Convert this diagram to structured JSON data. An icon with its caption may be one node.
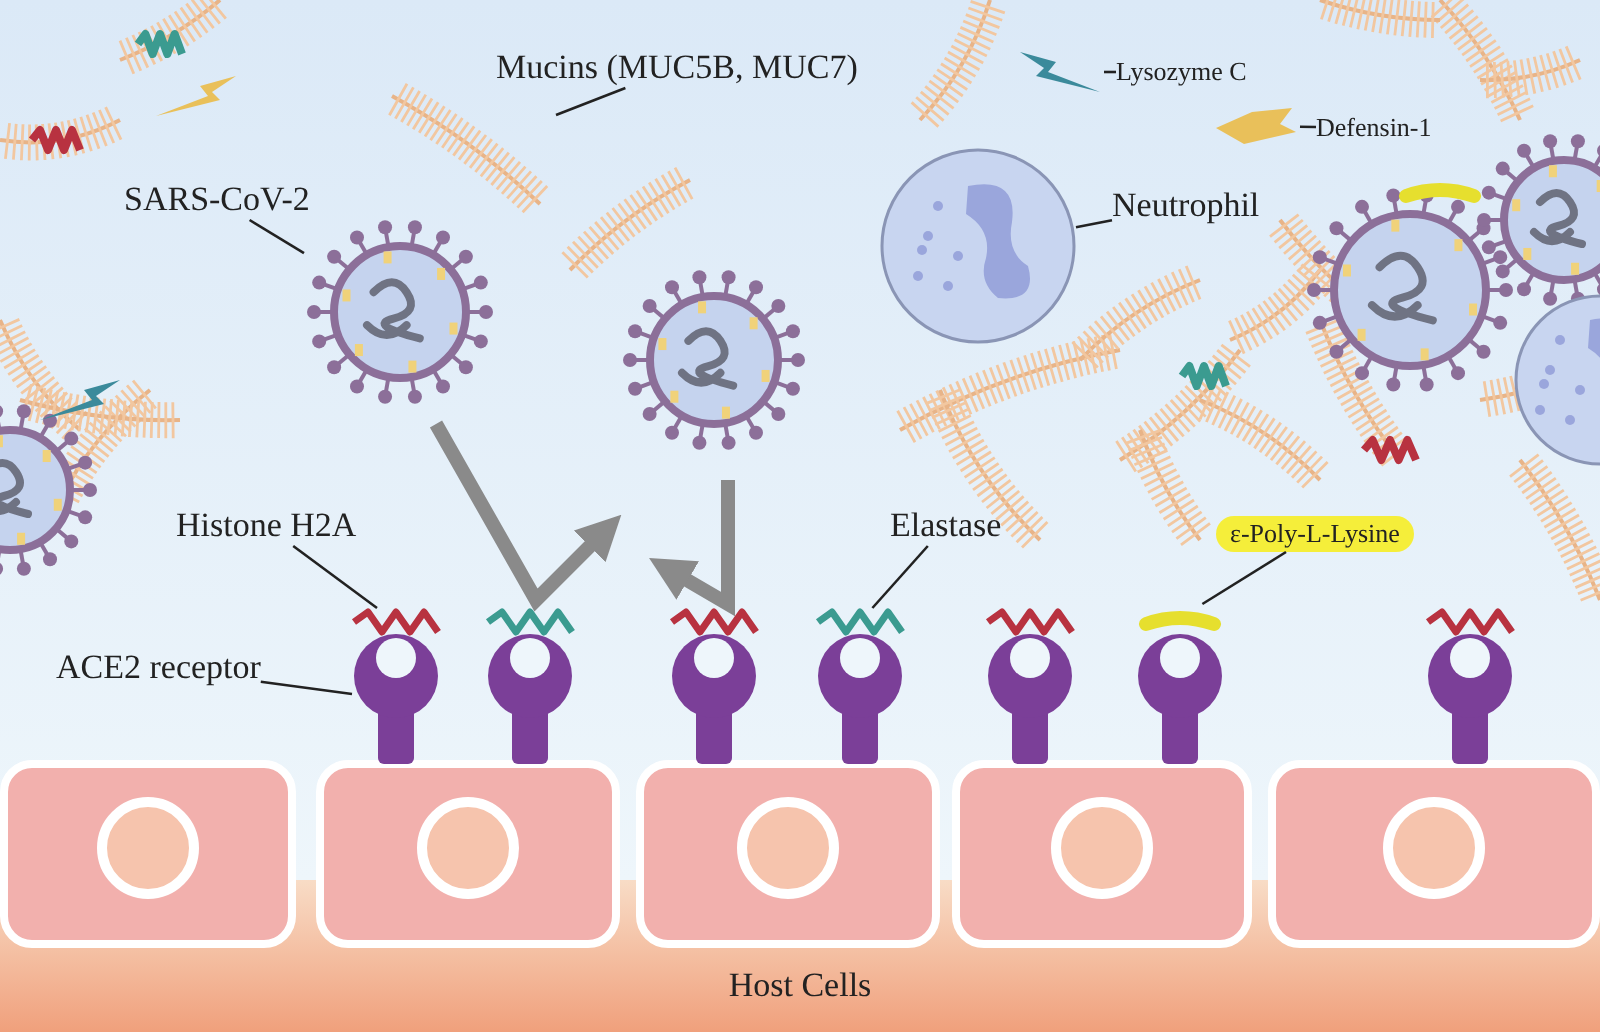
{
  "diagram": {
    "nodes": [
      {
        "text": [
          "Mucins (MUC5B, MUC7)"
        ]
      },
      {
        "text": [],
        "shape": "picture"
      },
      {
        "text": [
          "Lysozyme C"
        ]
      },
      {
        "text": [],
        "shape": "picture"
      },
      {
        "text": [
          "Defensin-1"
        ]
      },
      {
        "text": [],
        "shape": "picture"
      },
      {
        "text": [
          "SARS-CoV-2"
        ]
      },
      {
        "text": [],
        "shape": "picture"
      },
      {
        "text": [
          "Neutrophil"
        ]
      },
      {
        "text": [],
        "shape": "picture"
      },
      {
        "text": [
          "Histone H2A"
        ]
      },
      {
        "text": [],
        "shape": "picture"
      },
      {
        "text": [
          "Elastase"
        ]
      },
      {
        "text": [],
        "shape": "picture"
      },
      {
        "text": [
          "ε-Poly-L-Lysine"
        ]
      },
      {
        "text": [],
        "shape": "picture"
      },
      {
        "text": [
          "ACE2 receptor"
        ]
      },
      {
        "text": [],
        "shape": "picture"
      }
    ],
    "edges": [
      {
        "from": 0,
        "to": 1,
        "arrow": "none"
      },
      {
        "from": 2,
        "to": 3,
        "arrow": "none"
      },
      {
        "from": 4,
        "to": 5,
        "arrow": "none"
      },
      {
        "from": 6,
        "to": 7,
        "arrow": "none"
      },
      {
        "from": 8,
        "to": 9,
        "arrow": "none"
      },
      {
        "from": 10,
        "to": 11,
        "arrow": "none"
      },
      {
        "from": 12,
        "to": 13,
        "arrow": "none"
      },
      {
        "from": 14,
        "to": 15,
        "arrow": "none"
      },
      {
        "from": 16,
        "to": 17,
        "arrow": "none"
      }
    ],
    "labels": [
      "Host Cells"
    ]
  }
}
